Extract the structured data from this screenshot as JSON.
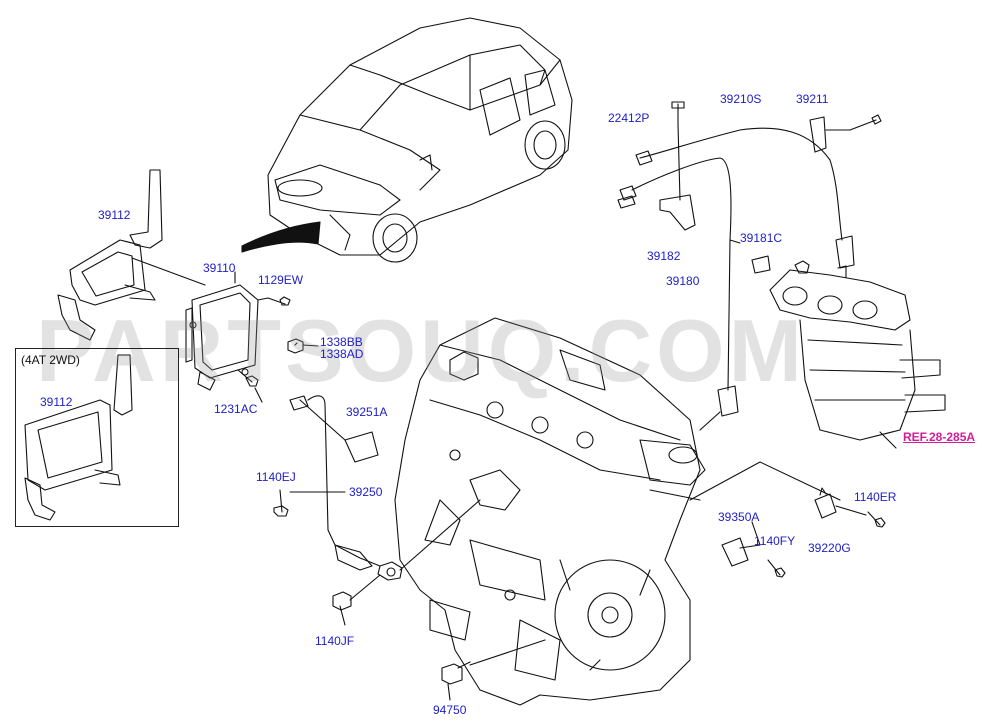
{
  "watermark": "PARTSOUQ.COM",
  "inset_note": "(4AT 2WD)",
  "labels": {
    "p39112_a": "39112",
    "p39110": "39110",
    "p1129EW": "1129EW",
    "p1338BB": "1338BB",
    "p1338AD": "1338AD",
    "p1231AC": "1231AC",
    "p39112_b": "39112",
    "p22412P": "22412P",
    "p39210S": "39210S",
    "p39211": "39211",
    "p39181C": "39181C",
    "p39182": "39182",
    "p39180": "39180",
    "p39251A": "39251A",
    "p1140EJ": "1140EJ",
    "p39250": "39250",
    "p1140JF": "1140JF",
    "p94750": "94750",
    "p39350A": "39350A",
    "p1140FY": "1140FY",
    "p1140ER": "1140ER",
    "p39220G": "39220G"
  },
  "reference": "REF.28-285A",
  "colors": {
    "part_label": "#1d1dc9",
    "reference": "#d41b9a",
    "line": "#111111"
  }
}
